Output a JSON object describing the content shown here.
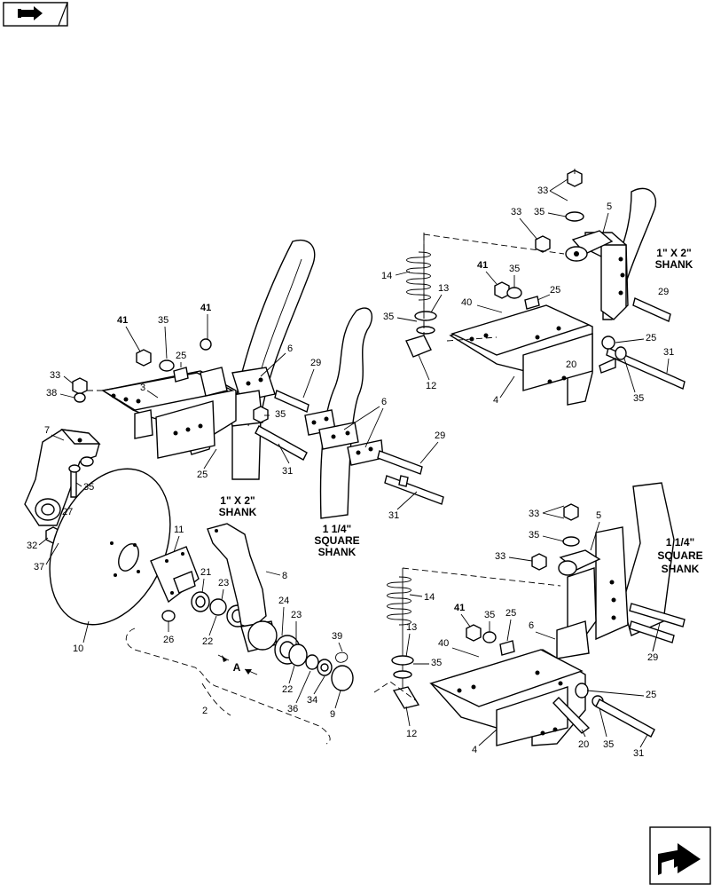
{
  "nav": {
    "prev_icon": "prev-page-icon",
    "next_icon": "next-page-icon"
  },
  "captions": {
    "left_1x2_line1": "1\" X 2\"",
    "left_1x2_line2": "SHANK",
    "left_sq_line1": "1 1/4\"",
    "left_sq_line2": "SQUARE",
    "left_sq_line3": "SHANK",
    "right_1x2_line1": "1\" X 2\"",
    "right_1x2_line2": "SHANK",
    "right_sq_line1": "1 1/4\"",
    "right_sq_line2": "SQUARE",
    "right_sq_line3": "SHANK",
    "detail_a": "A"
  },
  "callouts": {
    "c33a": "33",
    "c33b": "33",
    "c35a": "35",
    "c5a": "5",
    "c14a": "14",
    "c13a": "13",
    "c41a": "41",
    "c35b": "35",
    "c25a": "25",
    "c40a": "40",
    "c35c": "35",
    "c29a": "29",
    "c25b": "25",
    "c20a": "20",
    "c35d": "35",
    "c31a": "31",
    "c12a": "12",
    "c4a": "4",
    "c41b": "41",
    "c35e": "35",
    "c41c": "41",
    "c25c": "25",
    "c6a": "6",
    "c29b": "29",
    "c33c": "33",
    "c38a": "38",
    "c3a": "3",
    "c35f": "35",
    "c25d": "25",
    "c31b": "31",
    "c6b": "6",
    "c29c": "29",
    "c31c": "31",
    "c7a": "7",
    "c35g": "35",
    "c27a": "27",
    "c32a": "32",
    "c37a": "37",
    "c11a": "11",
    "c21a": "21",
    "c23a": "23",
    "c8a": "8",
    "c24a": "24",
    "c23b": "23",
    "c39a": "39",
    "c26a": "26",
    "c22a": "22",
    "c22b": "22",
    "c34a": "34",
    "c36a": "36",
    "c9a": "9",
    "c10a": "10",
    "c2a": "2",
    "c33d": "33",
    "c35h": "35",
    "c33e": "33",
    "c5b": "5",
    "c14b": "14",
    "c41d": "41",
    "c35i": "35",
    "c25e": "25",
    "c13b": "13",
    "c40b": "40",
    "c6c": "6",
    "c35j": "35",
    "c29d": "29",
    "c25f": "25",
    "c12b": "12",
    "c4b": "4",
    "c20b": "20",
    "c35k": "35",
    "c31d": "31"
  }
}
